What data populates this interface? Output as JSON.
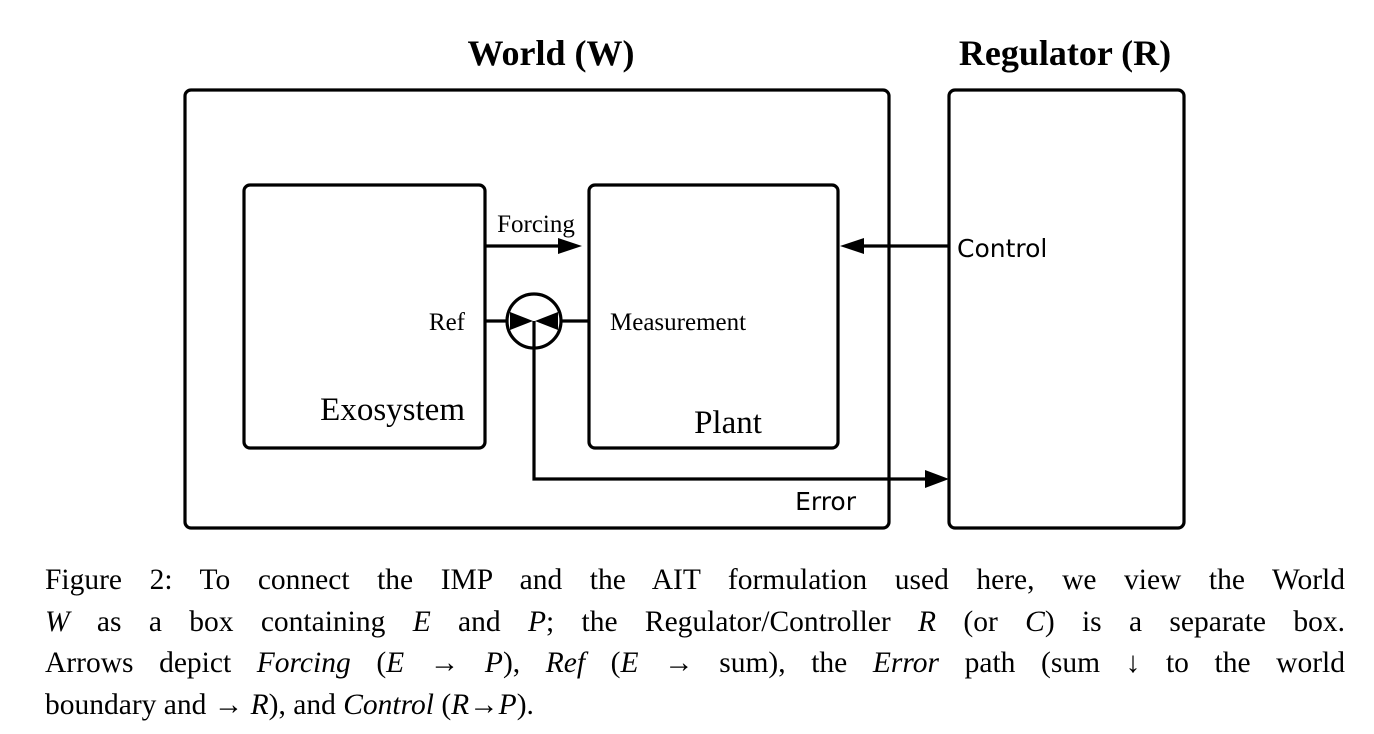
{
  "diagram": {
    "titles": {
      "world": "World (W)",
      "regulator": "Regulator (R)"
    },
    "blocks": {
      "exosystem": "Exosystem",
      "plant": "Plant"
    },
    "signals": {
      "forcing": "Forcing",
      "ref": "Ref",
      "measurement": "Measurement",
      "control": "Control",
      "error": "Error"
    },
    "summing_junction": "sum"
  },
  "caption": {
    "lines": [
      [
        {
          "t": "Figure 2:  To connect the IMP and the AIT formulation used here, we view the World",
          "i": false
        }
      ],
      [
        {
          "t": "W",
          "i": true
        },
        {
          "t": " as a box containing ",
          "i": false
        },
        {
          "t": "E",
          "i": true
        },
        {
          "t": " and ",
          "i": false
        },
        {
          "t": "P",
          "i": true
        },
        {
          "t": "; the Regulator/Controller ",
          "i": false
        },
        {
          "t": "R",
          "i": true
        },
        {
          "t": " (or ",
          "i": false
        },
        {
          "t": "C",
          "i": true
        },
        {
          "t": ") is a separate box.",
          "i": false
        }
      ],
      [
        {
          "t": "Arrows depict ",
          "i": false
        },
        {
          "t": "Forcing",
          "i": true
        },
        {
          "t": " (",
          "i": false
        },
        {
          "t": "E",
          "i": true
        },
        {
          "t": " → ",
          "i": false
        },
        {
          "t": "P",
          "i": true
        },
        {
          "t": "), ",
          "i": false
        },
        {
          "t": "Ref",
          "i": true
        },
        {
          "t": " (",
          "i": false
        },
        {
          "t": "E",
          "i": true
        },
        {
          "t": " → sum), the ",
          "i": false
        },
        {
          "t": "Error",
          "i": true
        },
        {
          "t": " path (sum ↓ to the world",
          "i": false
        }
      ],
      [
        {
          "t": "boundary and → ",
          "i": false
        },
        {
          "t": "R",
          "i": true
        },
        {
          "t": "), and ",
          "i": false
        },
        {
          "t": "Control",
          "i": true
        },
        {
          "t": " (",
          "i": false
        },
        {
          "t": "R",
          "i": true
        },
        {
          "t": "→",
          "i": false
        },
        {
          "t": "P",
          "i": true
        },
        {
          "t": ").",
          "i": false
        }
      ]
    ]
  }
}
